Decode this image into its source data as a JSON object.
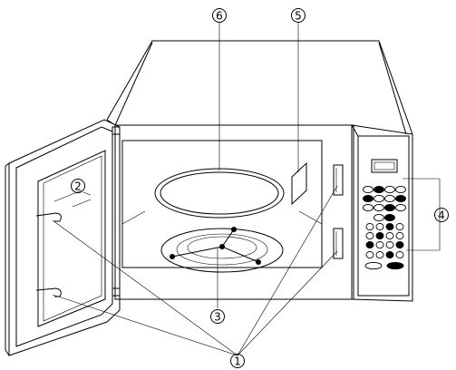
{
  "callouts": [
    {
      "id": "1",
      "label": "①"
    },
    {
      "id": "2",
      "label": "②"
    },
    {
      "id": "3",
      "label": "③"
    },
    {
      "id": "4",
      "label": "④"
    },
    {
      "id": "5",
      "label": "⑤"
    },
    {
      "id": "6",
      "label": "⑥"
    }
  ]
}
